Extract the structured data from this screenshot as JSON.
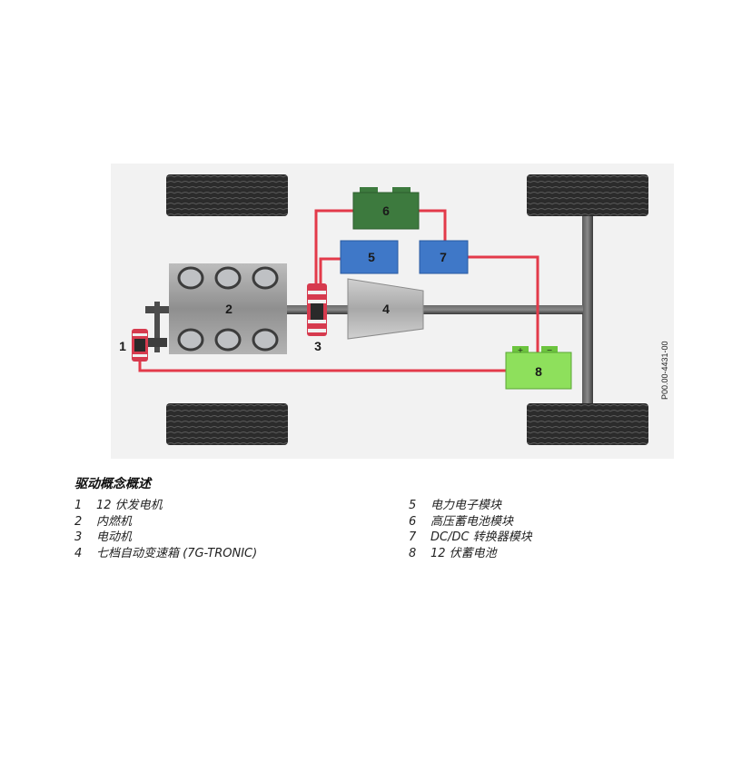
{
  "diagram": {
    "labels": {
      "l1": "1",
      "l2": "2",
      "l3": "3",
      "l4": "4",
      "l5": "5",
      "l6": "6",
      "l7": "7",
      "l8": "8"
    },
    "battery_terminals": {
      "plus": "+",
      "minus": "−"
    },
    "code": "P00.00-4431-00",
    "colors": {
      "wiring": "#e33a4a",
      "module_blue": "#3f78c8",
      "module_green_dark": "#3d7a3e",
      "battery_green": "#8ee05c",
      "engine_gray": "#9a9a9a",
      "motor_red": "#d63a4e",
      "tire": "#2a2a2a",
      "shaft": "#4a4a4a"
    }
  },
  "caption": {
    "title": "驱动概念概述",
    "items_left": [
      {
        "num": "1",
        "text": "12 伏发电机"
      },
      {
        "num": "2",
        "text": "内燃机"
      },
      {
        "num": "3",
        "text": "电动机"
      },
      {
        "num": "4",
        "text": "七档自动变速箱 (7G-TRONIC)"
      }
    ],
    "items_right": [
      {
        "num": "5",
        "text": "电力电子模块"
      },
      {
        "num": "6",
        "text": "高压蓄电池模块"
      },
      {
        "num": "7",
        "text": "DC/DC 转换器模块"
      },
      {
        "num": "8",
        "text": "12 伏蓄电池"
      }
    ]
  }
}
